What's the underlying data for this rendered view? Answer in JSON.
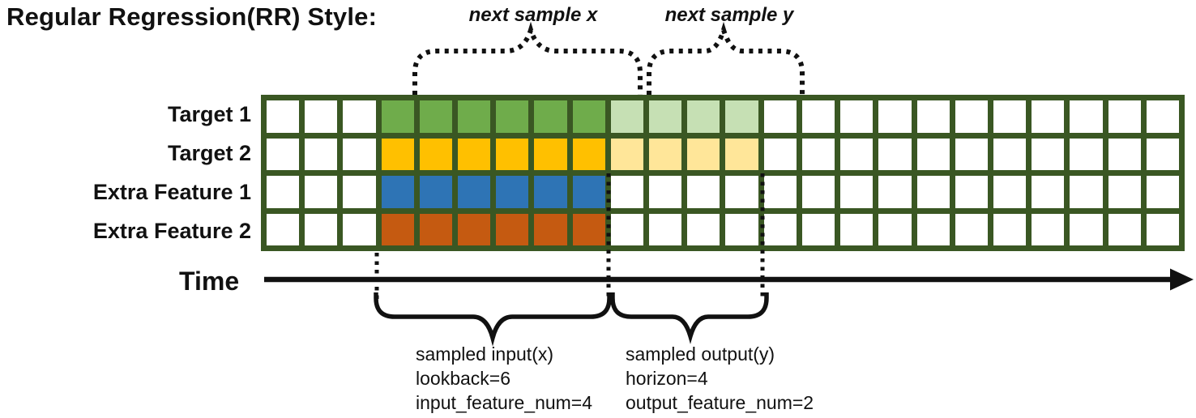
{
  "title": "Regular Regression(RR) Style:",
  "colors": {
    "grid_border": "#3A5723",
    "cell_white": "#FFFFFF",
    "input_green": "#6FAC4B",
    "output_green": "#C6E0B4",
    "input_gold": "#FFC000",
    "output_gold": "#FFE699",
    "input_blue": "#2E74B5",
    "input_orange": "#C55A11",
    "annotation_black": "#111111"
  },
  "grid": {
    "columns": 24,
    "input_start_col": 3,
    "lookback": 6,
    "horizon": 4,
    "rows": [
      {
        "label": "Target 1",
        "input_color": "input_green",
        "output_color": "output_green"
      },
      {
        "label": "Target 2",
        "input_color": "input_gold",
        "output_color": "output_gold"
      },
      {
        "label": "Extra Feature 1",
        "input_color": "input_blue",
        "output_color": null
      },
      {
        "label": "Extra Feature 2",
        "input_color": "input_orange",
        "output_color": null
      }
    ]
  },
  "annotations": {
    "next_sample_x": "next sample x",
    "next_sample_y": "next sample y",
    "time_label": "Time",
    "input_block": {
      "line1": "sampled input(x)",
      "line2": "lookback=6",
      "line3": "input_feature_num=4"
    },
    "output_block": {
      "line1": "sampled output(y)",
      "line2": "horizon=4",
      "line3": "output_feature_num=2"
    }
  }
}
